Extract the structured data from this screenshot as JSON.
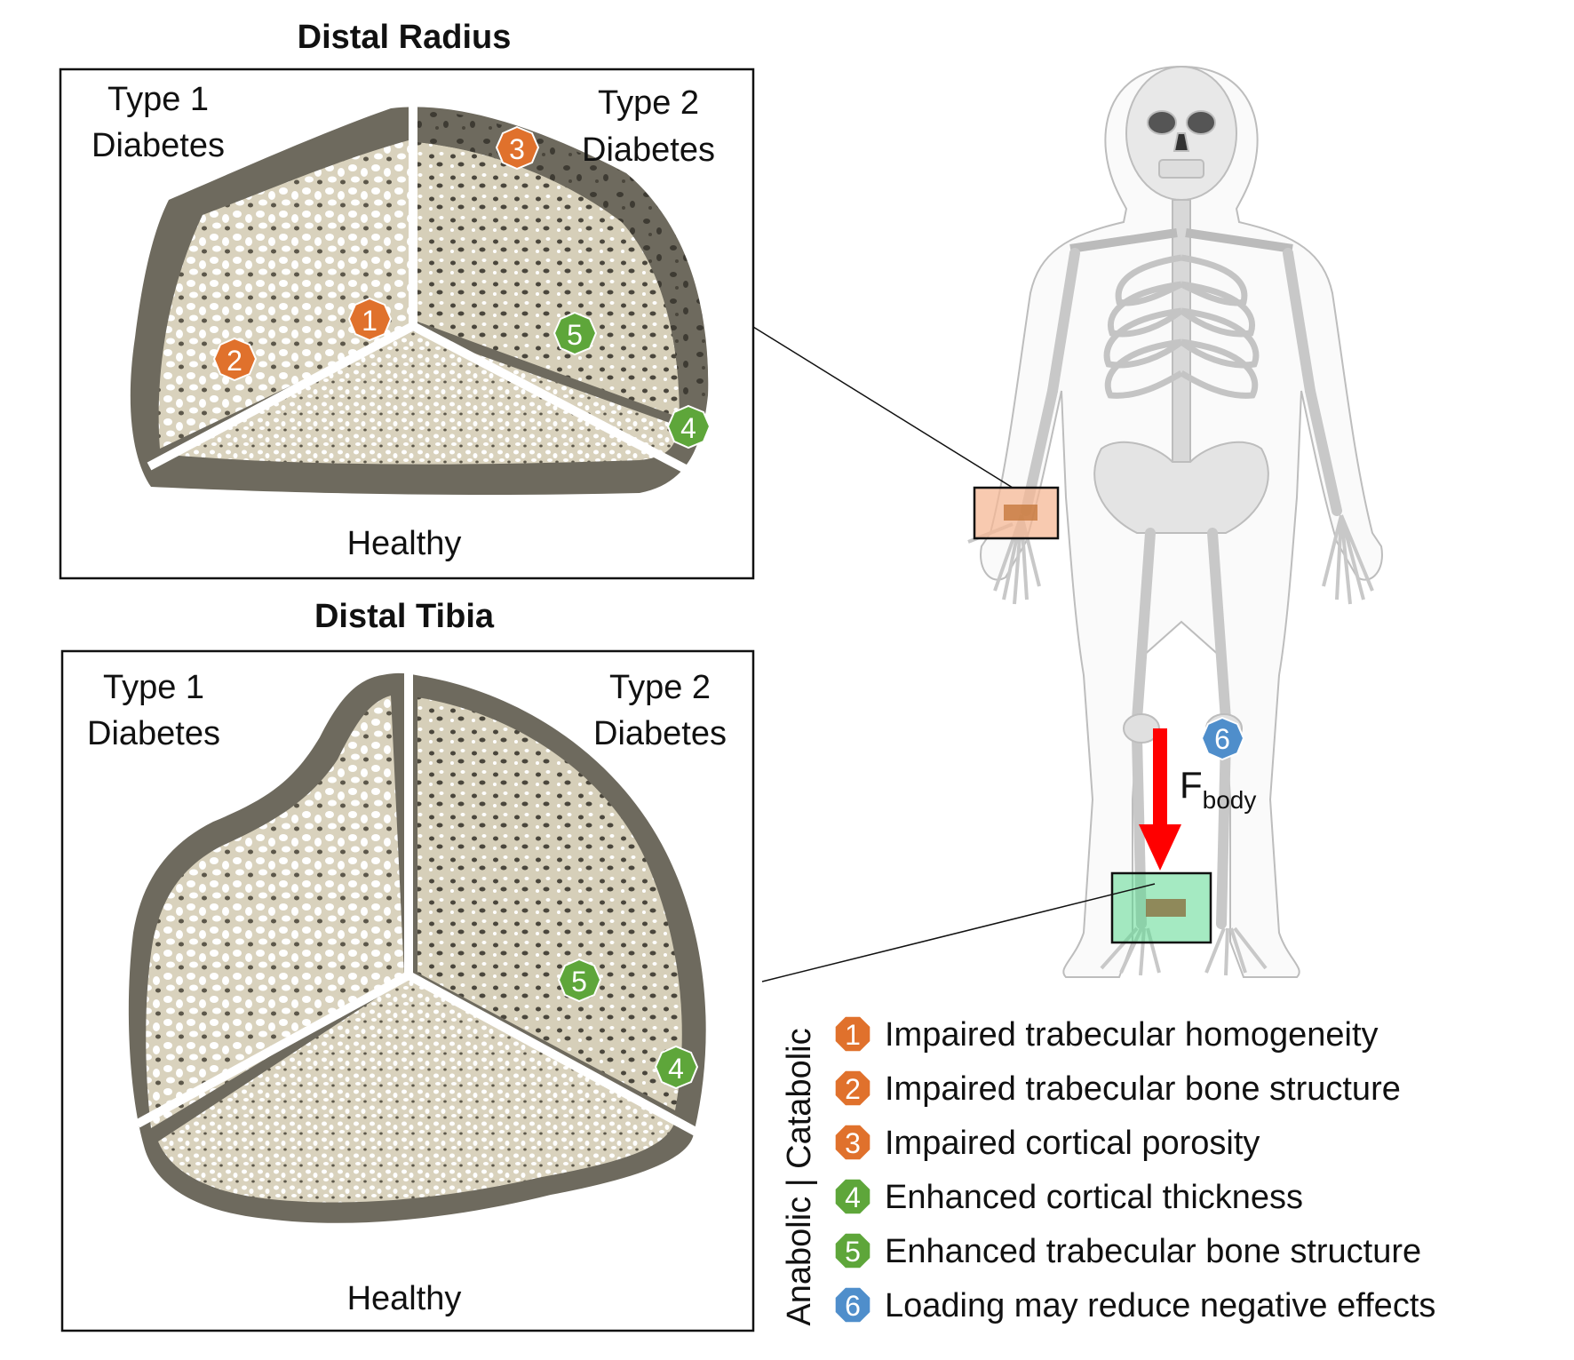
{
  "radius": {
    "title": "Distal Radius",
    "t1_line1": "Type 1",
    "t1_line2": "Diabetes",
    "t2_line1": "Type 2",
    "t2_line2": "Diabetes",
    "healthy": "Healthy"
  },
  "tibia": {
    "title": "Distal Tibia",
    "t1_line1": "Type 1",
    "t1_line2": "Diabetes",
    "t2_line1": "Type 2",
    "t2_line2": "Diabetes",
    "healthy": "Healthy"
  },
  "force": {
    "main": "F",
    "sub": "body"
  },
  "axis_label": "Anabolic | Catabolic",
  "markers": {
    "m1": "1",
    "m2": "2",
    "m3": "3",
    "m4": "4",
    "m5": "5",
    "m6": "6"
  },
  "legend": [
    {
      "num": "1",
      "text": "Impaired trabecular homogeneity",
      "color": "#e0712c"
    },
    {
      "num": "2",
      "text": "Impaired trabecular bone structure",
      "color": "#e0712c"
    },
    {
      "num": "3",
      "text": "Impaired cortical porosity",
      "color": "#e0712c"
    },
    {
      "num": "4",
      "text": "Enhanced cortical thickness",
      "color": "#5ea63a"
    },
    {
      "num": "5",
      "text": "Enhanced trabecular bone structure",
      "color": "#5ea63a"
    },
    {
      "num": "6",
      "text": "Loading may reduce negative effects",
      "color": "#4f8ecb"
    }
  ],
  "colors": {
    "catabolic": "#e0712c",
    "anabolic": "#5ea63a",
    "loading": "#4f8ecb",
    "arrow": "#ff0000",
    "cortex": "#6e6a5e",
    "trabecular": "#d9d2bd"
  }
}
